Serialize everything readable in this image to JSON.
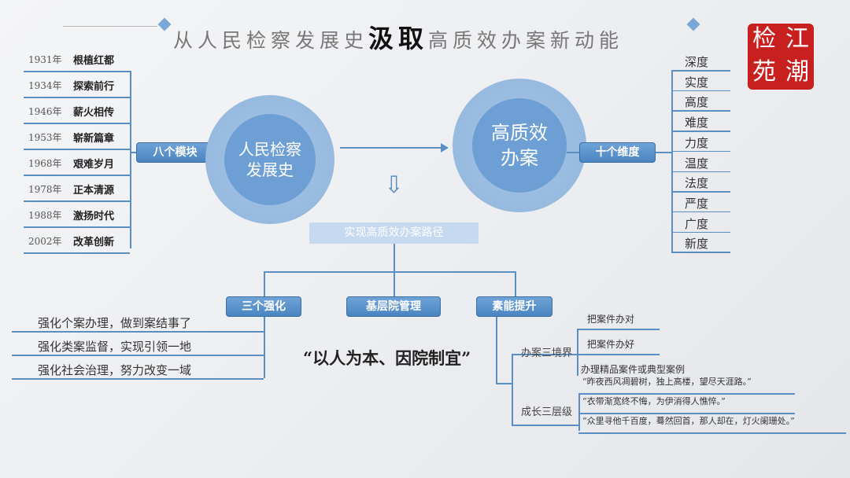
{
  "title": {
    "part1": "从人民检察发展史",
    "part2": "汲取",
    "part3": "高质效办案新动能"
  },
  "logo": {
    "text": "检江苑潮"
  },
  "left_modules": [
    {
      "year": "1931年",
      "name": "根植红都"
    },
    {
      "year": "1934年",
      "name": "探索前行"
    },
    {
      "year": "1946年",
      "name": "薪火相传"
    },
    {
      "year": "1953年",
      "name": "崭新篇章"
    },
    {
      "year": "1968年",
      "name": "艰难岁月"
    },
    {
      "year": "1978年",
      "name": "正本清源"
    },
    {
      "year": "1988年",
      "name": "激扬时代"
    },
    {
      "year": "2002年",
      "name": "改革创新"
    }
  ],
  "left_box": "八个模块",
  "circle_left": {
    "line1": "人民检察",
    "line2": "发展史"
  },
  "circle_right": {
    "line1": "高质效",
    "line2": "办案"
  },
  "right_box": "十个维度",
  "dimensions": [
    "深度",
    "实度",
    "高度",
    "难度",
    "力度",
    "温度",
    "法度",
    "严度",
    "广度",
    "新度"
  ],
  "path_bar": "实现高质效办案路径",
  "branches": [
    "三个强化",
    "基层院管理",
    "素能提升"
  ],
  "strengthen": [
    "强化个案办理，做到案结事了",
    "强化类案监督，实现引领一地",
    "强化社会治理，努力改变一域"
  ],
  "motto": "“以人为本、因院制宜”",
  "realm": {
    "label": "办案三境界",
    "items": [
      "把案件办对",
      "把案件办好",
      "办理精品案件或典型案例"
    ]
  },
  "levels": {
    "label": "成长三层级",
    "items": [
      "“昨夜西风凋碧树，独上高楼，望尽天涯路。”",
      "“衣带渐宽终不悔，为伊消得人憔悴。”",
      "“众里寻他千百度，蓦然回首，那人却在，灯火阑珊处。”"
    ]
  }
}
